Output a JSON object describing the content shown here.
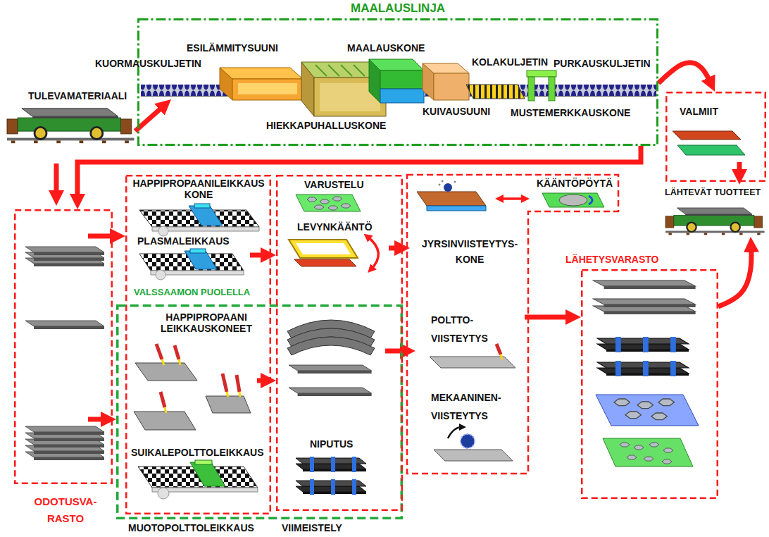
{
  "diagram": {
    "nodes": [
      {
        "text": [
          "MAALAUSLINJA"
        ]
      },
      {
        "text": [
          "KUORMAUSKULJETIN"
        ],
        "in": 0
      },
      {
        "text": [
          "ESILÄMMITYSUUNI"
        ],
        "in": 0
      },
      {
        "text": [
          "MAALAUSKONE"
        ],
        "in": 0
      },
      {
        "text": [
          "KOLAKULJETIN"
        ],
        "in": 0
      },
      {
        "text": [
          "PURKAUSKULJETIN"
        ],
        "in": 0
      },
      {
        "text": [
          "HIEKKAPUHALLUSKONE"
        ],
        "in": 0
      },
      {
        "text": [
          "KUIVAUSUUNI"
        ],
        "in": 0
      },
      {
        "text": [
          "MUSTEMERKKAUSKONE"
        ],
        "in": 0
      },
      {
        "text": [
          "TULEVAMATERIAALI"
        ]
      },
      {
        "text": [
          "VALMIIT"
        ]
      },
      {
        "text": [
          "LÄHTEVÄT TUOTTEET"
        ]
      },
      {
        "text": [
          "ODOTUSVA- RASTO"
        ]
      },
      {
        "text": [
          "MUOTOPOLTTOLEIKKAUS"
        ]
      },
      {
        "text": [
          "HAPPIPROPAANILEIKKAUS KONE"
        ],
        "in": 13
      },
      {
        "text": [
          "PLASMALEIKKAUS"
        ],
        "in": 13
      },
      {
        "text": [
          "VALSSAAMON PUOLELLA"
        ]
      },
      {
        "text": [
          "HAPPIPROPAANI LEIKKAUSKONEET"
        ],
        "in": 16
      },
      {
        "text": [
          "SUIKALEPOLTTOLEIKKAUS"
        ],
        "in": 16
      },
      {
        "text": [
          "VIIMEISTELY"
        ]
      },
      {
        "text": [
          "VARUSTELU"
        ],
        "in": 19
      },
      {
        "text": [
          "LEVYNKÄÄNTÖ"
        ],
        "in": 19
      },
      {
        "text": [
          "NIPUTUS"
        ],
        "in": 19
      },
      {
        "text": [
          "JYRSINVIISTEYTYS- KONE"
        ]
      },
      {
        "text": [
          "KÄÄNTÖPÖYTÄ"
        ]
      },
      {
        "text": [
          "POLTTO- VIISTEYTYS"
        ]
      },
      {
        "text": [
          "MEKAANINEN- VIISTEYTYS"
        ]
      },
      {
        "text": [
          "LÄHETYSVARASTO"
        ]
      }
    ],
    "edges": [
      {
        "from": 9,
        "to": 0,
        "arrow": "to"
      },
      {
        "from": 0,
        "to": 10,
        "arrow": "to"
      },
      {
        "from": 0,
        "to": 12,
        "arrow": "to"
      },
      {
        "from": 12,
        "to": 13,
        "arrow": "to"
      },
      {
        "from": 12,
        "to": 16,
        "arrow": "to"
      },
      {
        "from": 13,
        "to": 19,
        "arrow": "to"
      },
      {
        "from": 17,
        "to": 19,
        "arrow": "to"
      },
      {
        "from": 19,
        "to": 23,
        "arrow": "to"
      },
      {
        "from": 19,
        "to": 25,
        "arrow": "to"
      },
      {
        "from": 23,
        "to": 24,
        "arrow": "both"
      },
      {
        "from": 25,
        "to": 27,
        "arrow": "to"
      },
      {
        "from": 10,
        "to": 11,
        "arrow": "to"
      },
      {
        "from": 27,
        "to": 11,
        "arrow": "to"
      }
    ]
  }
}
